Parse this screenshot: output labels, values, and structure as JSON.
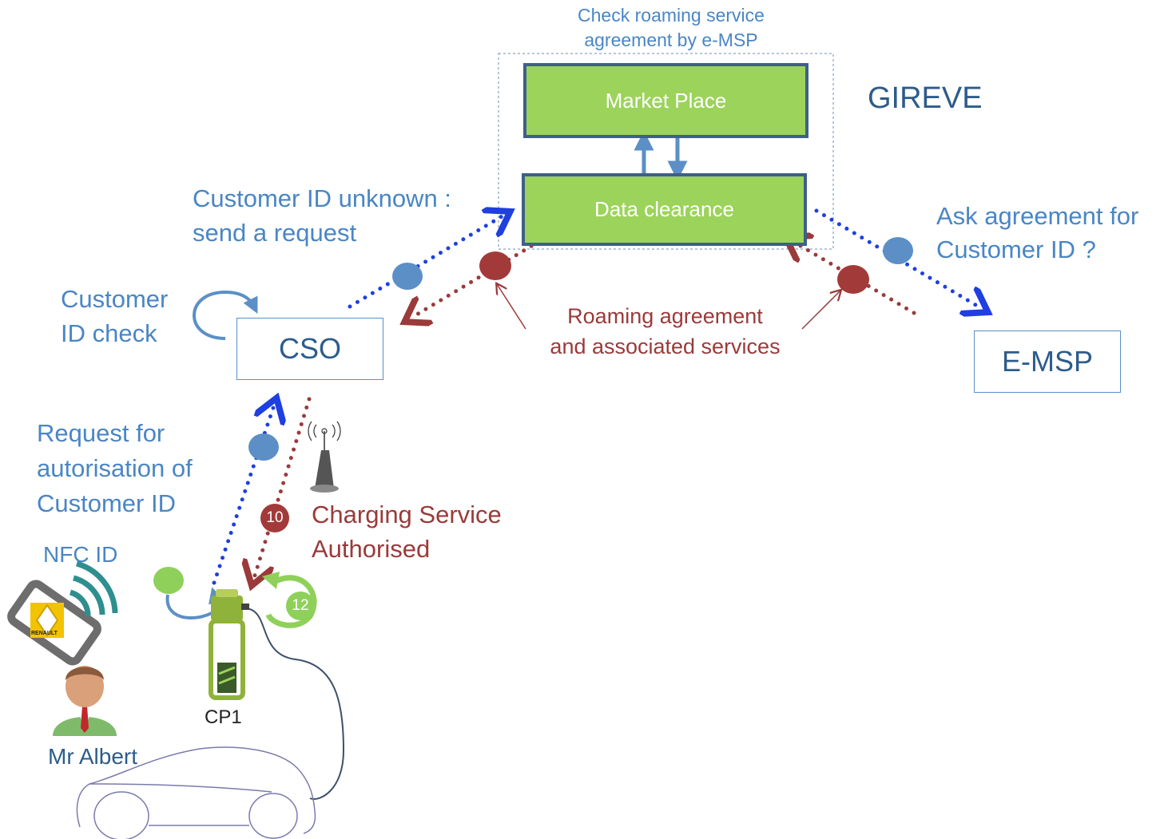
{
  "title_caption": "Check roaming service\nagreement by e-MSP",
  "gireve_label": "GIREVE",
  "boxes": {
    "market_place": "Market Place",
    "data_clearance": "Data clearance",
    "cso": "CSO",
    "emsp": "E-MSP"
  },
  "labels": {
    "customer_unknown": "Customer ID unknown :\nsend a request",
    "customer_id_check": "Customer\nID check",
    "ask_agreement": "Ask agreement for\nCustomer ID ?",
    "roaming_agreement": "Roaming agreement\nand associated services",
    "request_authorisation": "Request for\nautorisation of\nCustomer ID",
    "charging_authorised": "Charging Service\nAuthorised",
    "nfc_id": "NFC ID",
    "cp1": "CP1",
    "mr_albert": "Mr Albert",
    "renault_logo": "RENAULT"
  },
  "badges": {
    "step_10": "10",
    "step_12": "12"
  },
  "colors": {
    "blue_flow": "#1f3fe0",
    "red_flow": "#9b3a3a",
    "green_box": "#9cd35a",
    "box_border": "#3e5f8a",
    "text_blue": "#4a86c4",
    "text_red": "#9b3a3a",
    "dot_blue": "#5b8fc6",
    "dot_red": "#a33a3a",
    "dot_green": "#8fd05a"
  },
  "icons": [
    "nfc-card-icon",
    "person-icon",
    "charging-station-icon",
    "antenna-icon",
    "car-icon",
    "loop-arrow-icon"
  ]
}
